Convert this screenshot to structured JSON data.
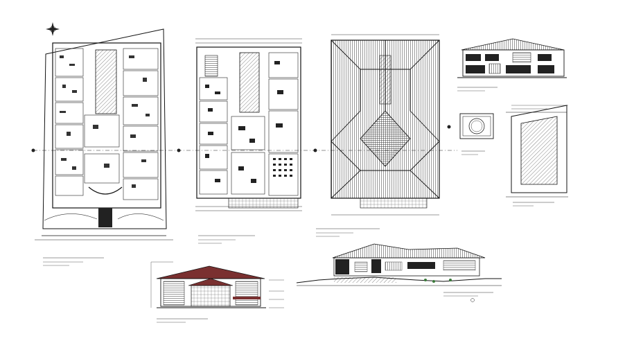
{
  "sheet": {
    "background": "#ffffff",
    "line_color": "#1a1a1a",
    "roof_color": "#7a3030",
    "accent_green": "#3a7a3a"
  },
  "views": [
    {
      "id": "site-plan",
      "kind": "plan"
    },
    {
      "id": "first-floor-plan",
      "kind": "plan"
    },
    {
      "id": "roof-plan",
      "kind": "roof"
    },
    {
      "id": "rear-elevation",
      "kind": "elevation"
    },
    {
      "id": "water-tank-detail",
      "kind": "detail"
    },
    {
      "id": "terrace-plan",
      "kind": "plan"
    },
    {
      "id": "front-elevation",
      "kind": "elevation"
    },
    {
      "id": "longitudinal-section",
      "kind": "section"
    }
  ],
  "icons": [
    "north-arrow-icon",
    "axis-marker-icon"
  ]
}
